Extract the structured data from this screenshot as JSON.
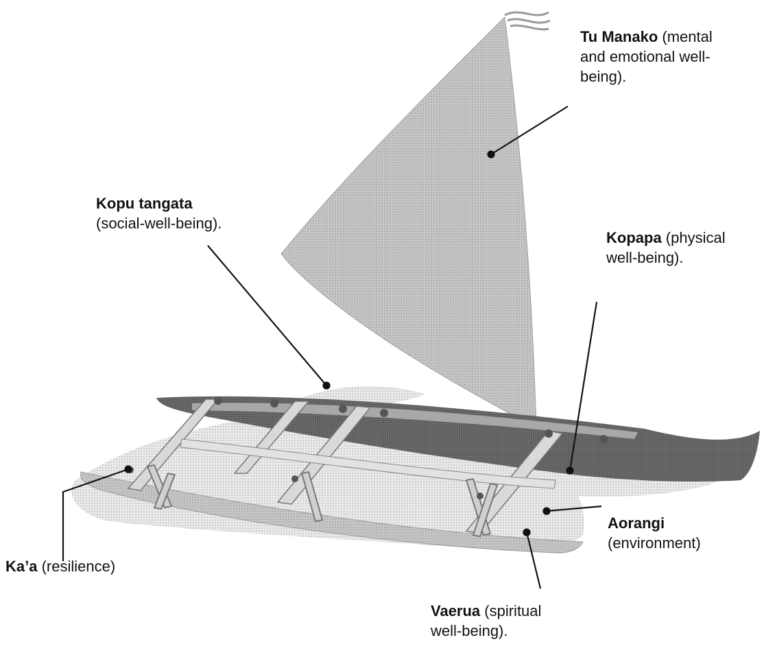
{
  "labels": {
    "tu_manako": {
      "term": "Tu Manako",
      "desc_1": " (mental",
      "desc_2": "and emotional well-",
      "desc_3": "being)."
    },
    "kopu_tangata": {
      "term": "Kopu tangata",
      "desc": "(social-well-being)."
    },
    "kopapa": {
      "term": "Kopapa",
      "desc_1": " (physical",
      "desc_2": "well-being)."
    },
    "aorangi": {
      "term": "Aorangi",
      "desc": "(environment)"
    },
    "kaa": {
      "term": "Ka’a",
      "desc": " (resilience)"
    },
    "vaerua": {
      "term": "Vaerua",
      "desc_1": " (spiritual",
      "desc_2": "well-being)."
    }
  },
  "colors": {
    "leader_line": "#111111",
    "sail": "#b9b9b9",
    "hull": "#7a7a7a",
    "outrigger": "#cfcfcf",
    "spray": "#d6d6d6"
  }
}
